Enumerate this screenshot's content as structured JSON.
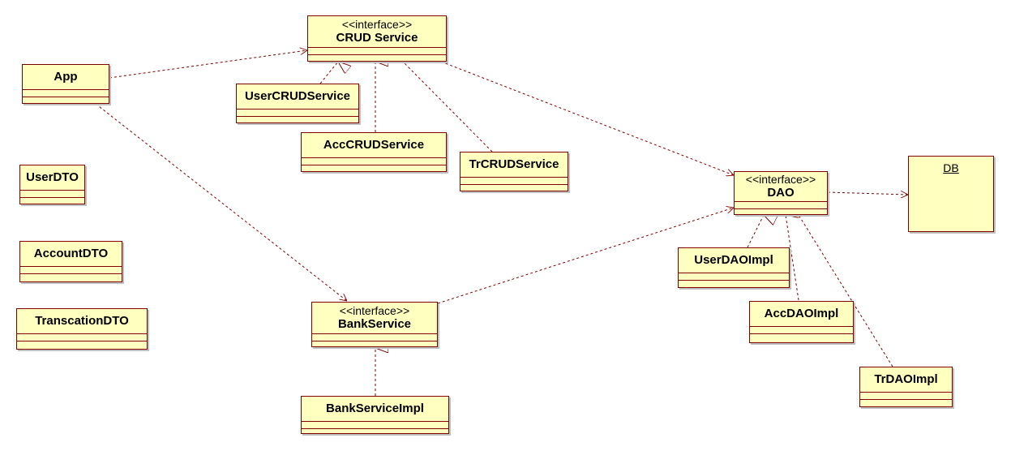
{
  "stereotype": "<<interface>>",
  "classes": {
    "app": "App",
    "crud_service": "CRUD Service",
    "user_crud_service": "UserCRUDService",
    "acc_crud_service": "AccCRUDService",
    "tr_crud_service": "TrCRUDService",
    "dao": "DAO",
    "user_dao_impl": "UserDAOImpl",
    "acc_dao_impl": "AccDAOImpl",
    "tr_dao_impl": "TrDAOImpl",
    "bank_service": "BankService",
    "bank_service_impl": "BankServiceImpl",
    "user_dto": "UserDTO",
    "account_dto": "AccountDTO",
    "transaction_dto": "TranscationDTO"
  },
  "db": {
    "label": "DB"
  },
  "colors": {
    "fill": "#ffffc0",
    "border": "#800000",
    "line": "#800000",
    "shadow": "#c0c0c0"
  },
  "relations": [
    {
      "from": "app",
      "to": "crud_service",
      "kind": "dependency"
    },
    {
      "from": "app",
      "to": "bank_service",
      "kind": "dependency"
    },
    {
      "from": "crud_service",
      "to": "dao",
      "kind": "dependency"
    },
    {
      "from": "bank_service",
      "to": "dao",
      "kind": "dependency"
    },
    {
      "from": "dao",
      "to": "db",
      "kind": "dependency"
    },
    {
      "from": "user_crud_service",
      "to": "crud_service",
      "kind": "realization"
    },
    {
      "from": "acc_crud_service",
      "to": "crud_service",
      "kind": "realization"
    },
    {
      "from": "tr_crud_service",
      "to": "crud_service",
      "kind": "realization"
    },
    {
      "from": "user_dao_impl",
      "to": "dao",
      "kind": "realization"
    },
    {
      "from": "acc_dao_impl",
      "to": "dao",
      "kind": "realization"
    },
    {
      "from": "tr_dao_impl",
      "to": "dao",
      "kind": "realization"
    },
    {
      "from": "bank_service_impl",
      "to": "bank_service",
      "kind": "realization"
    }
  ]
}
